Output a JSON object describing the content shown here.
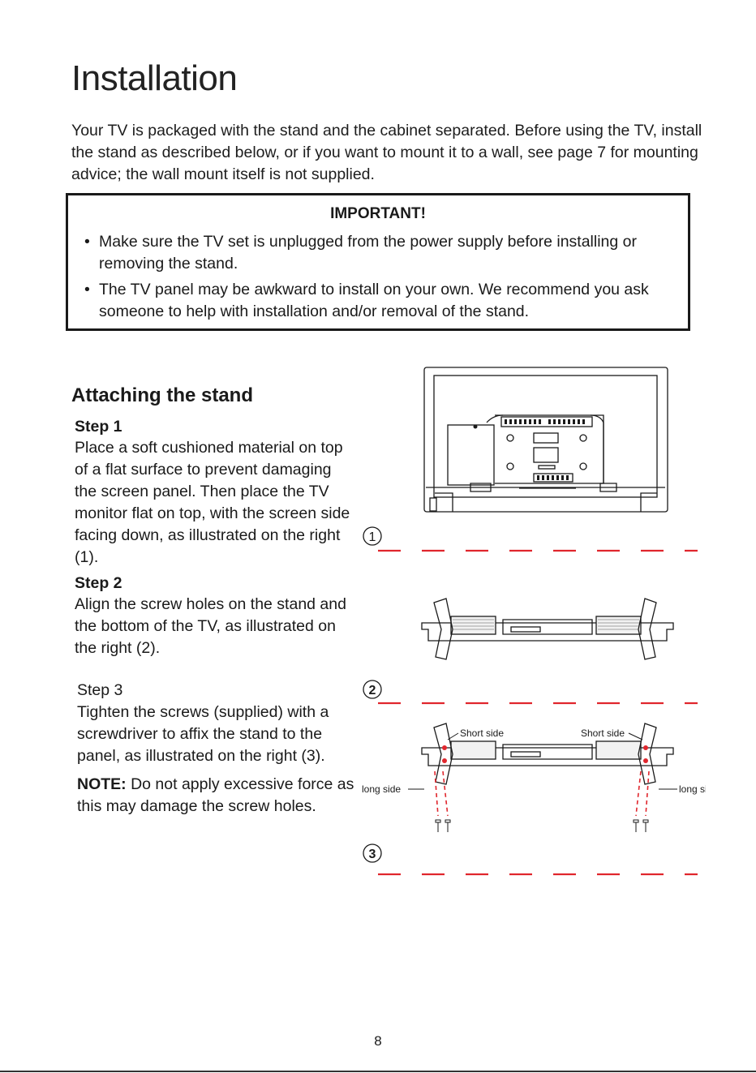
{
  "page": {
    "title": "Installation",
    "intro": "Your TV is packaged with the stand and the cabinet separated. Before using the TV, install the stand as described below, or if you want to mount it to a wall, see page 7 for mounting advice; the wall mount itself is not supplied.",
    "page_number": "8"
  },
  "important": {
    "title": "IMPORTANT!",
    "bullets": [
      "Make sure the TV set is unplugged from the power supply before installing or removing the stand.",
      "The TV panel may be awkward to install on your own. We recommend you ask someone to help with installation and/or removal of the stand."
    ]
  },
  "section": {
    "title": "Attaching the stand",
    "steps": [
      {
        "heading": "Step 1",
        "body": "Place a soft cushioned material on top of a flat surface to prevent damaging the screen panel. Then place the TV monitor flat on top, with the screen side facing down, as illustrated on the right (1)."
      },
      {
        "heading": "Step 2",
        "body": "Align the screw holes on the stand and the bottom of the TV, as illustrated on the right (2)."
      },
      {
        "heading": "Step 3",
        "body": "Tighten the screws (supplied) with a screwdriver to affix the stand to the panel, as illustrated on the right (3)."
      }
    ],
    "note": {
      "label": "NOTE:",
      "text": " Do not apply excessive force as this may damage the screw holes."
    }
  },
  "figures": {
    "markers": [
      "1",
      "2",
      "3"
    ],
    "labels": {
      "short_side_left": "Short side",
      "short_side_right": "Short side",
      "long_side_left": "long side",
      "long_side_right": "long side"
    },
    "accent_color": "#e0262d",
    "line_color": "#1a1a1a"
  }
}
